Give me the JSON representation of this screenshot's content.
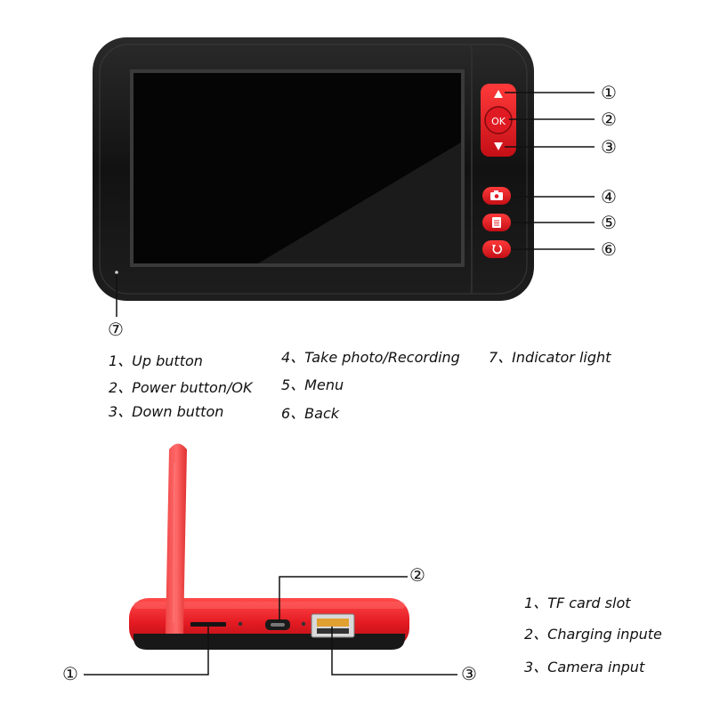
{
  "front_view": {
    "button_labels": {
      "ok": "OK"
    },
    "callouts": [
      "①",
      "②",
      "③",
      "④",
      "⑤",
      "⑥",
      "⑦"
    ],
    "legend": [
      "1、Up button",
      "2、Power button/OK",
      "3、Down button",
      "4、Take photo/Recording",
      "5、Menu",
      "6、Back",
      "7、Indicator light"
    ]
  },
  "bottom_view": {
    "callouts": [
      "①",
      "②",
      "③"
    ],
    "legend": [
      "1、TF card slot",
      "2、Charging inpute",
      "3、Camera input"
    ]
  },
  "colors": {
    "device_body": "#151515",
    "accent_red": "#e01a22",
    "screen": "#050505",
    "leader_line": "#111111"
  },
  "icons": [
    "up-triangle-icon",
    "down-triangle-icon",
    "camera-icon",
    "menu-icon",
    "back-icon"
  ]
}
